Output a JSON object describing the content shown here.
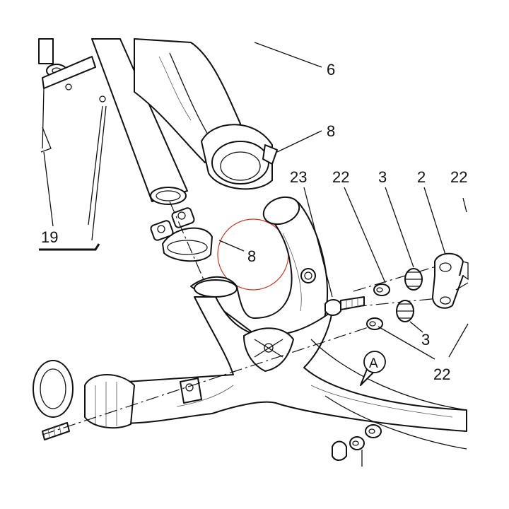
{
  "callouts": {
    "c6": "6",
    "c8_top": "8",
    "c8_mid": "8",
    "c19": "19",
    "c23": "23",
    "c22_a": "22",
    "c3_a": "3",
    "c2": "2",
    "c22_partial": "22",
    "c3_b": "3",
    "c22_b": "22"
  },
  "markers": {
    "arrow_a": "A"
  },
  "colors": {
    "line": "#111111",
    "highlight_circle": "#c0392b",
    "background": "#ffffff"
  }
}
